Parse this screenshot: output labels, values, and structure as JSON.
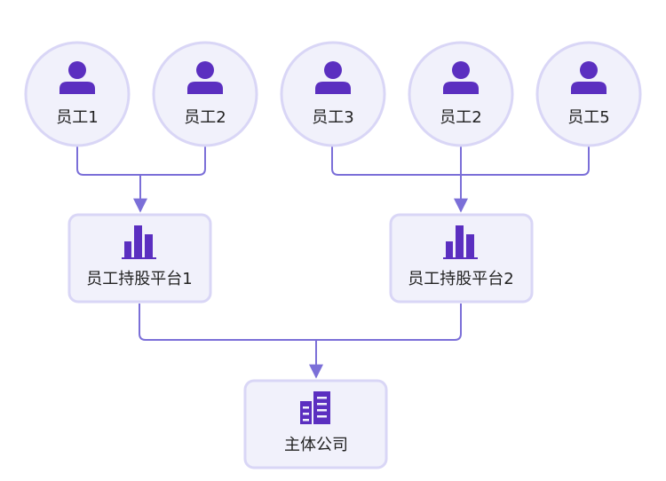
{
  "colors": {
    "node_fill": "#f1f1fb",
    "node_stroke": "#d9d6f6",
    "icon": "#5b2fc0",
    "connector": "#7b6fd8",
    "label": "#222222"
  },
  "employees": [
    {
      "label": "员工1",
      "icon": "person-icon"
    },
    {
      "label": "员工2",
      "icon": "person-icon"
    },
    {
      "label": "员工3",
      "icon": "person-icon"
    },
    {
      "label": "员工2",
      "icon": "person-icon"
    },
    {
      "label": "员工5",
      "icon": "person-icon"
    }
  ],
  "platforms": [
    {
      "label": "员工持股平台1",
      "icon": "bar-chart-icon",
      "members": [
        0,
        1
      ]
    },
    {
      "label": "员工持股平台2",
      "icon": "bar-chart-icon",
      "members": [
        2,
        3,
        4
      ]
    }
  ],
  "company": {
    "label": "主体公司",
    "icon": "building-icon"
  }
}
